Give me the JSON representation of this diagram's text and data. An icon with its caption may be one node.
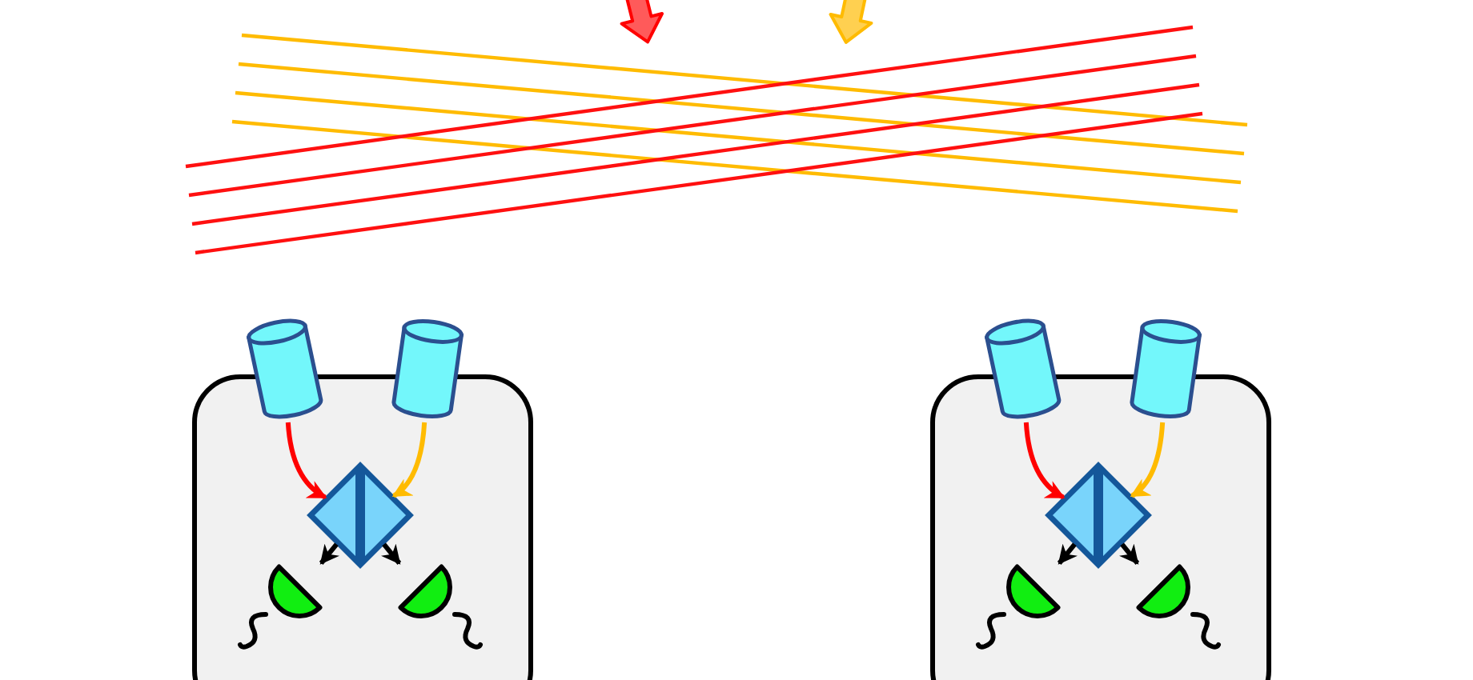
{
  "diagram": {
    "nodes": [
      {
        "text": [],
        "shape": "box"
      },
      {
        "text": [],
        "shape": "cylinder"
      },
      {
        "text": [],
        "shape": "cylinder"
      },
      {
        "text": [],
        "shape": "diamond",
        "in": 0
      },
      {
        "text": [],
        "shape": "semicircle",
        "in": 0
      },
      {
        "text": [],
        "shape": "semicircle",
        "in": 0
      },
      {
        "text": [],
        "shape": "box"
      },
      {
        "text": [],
        "shape": "cylinder"
      },
      {
        "text": [],
        "shape": "cylinder"
      },
      {
        "text": [],
        "shape": "diamond",
        "in": 6
      },
      {
        "text": [],
        "shape": "semicircle",
        "in": 6
      },
      {
        "text": [],
        "shape": "semicircle",
        "in": 6
      }
    ],
    "edges": [
      {
        "from": 1,
        "to": 3,
        "arrow": "to",
        "color": "#ff0000"
      },
      {
        "from": 2,
        "to": 3,
        "arrow": "to",
        "color": "#ffbb00"
      },
      {
        "from": 3,
        "to": 4,
        "arrow": "to"
      },
      {
        "from": 3,
        "to": 5,
        "arrow": "to"
      },
      {
        "from": 7,
        "to": 9,
        "arrow": "to",
        "color": "#ff0000"
      },
      {
        "from": 8,
        "to": 9,
        "arrow": "to",
        "color": "#ffbb00"
      },
      {
        "from": 9,
        "to": 10,
        "arrow": "to"
      },
      {
        "from": 9,
        "to": 11,
        "arrow": "to"
      }
    ]
  }
}
